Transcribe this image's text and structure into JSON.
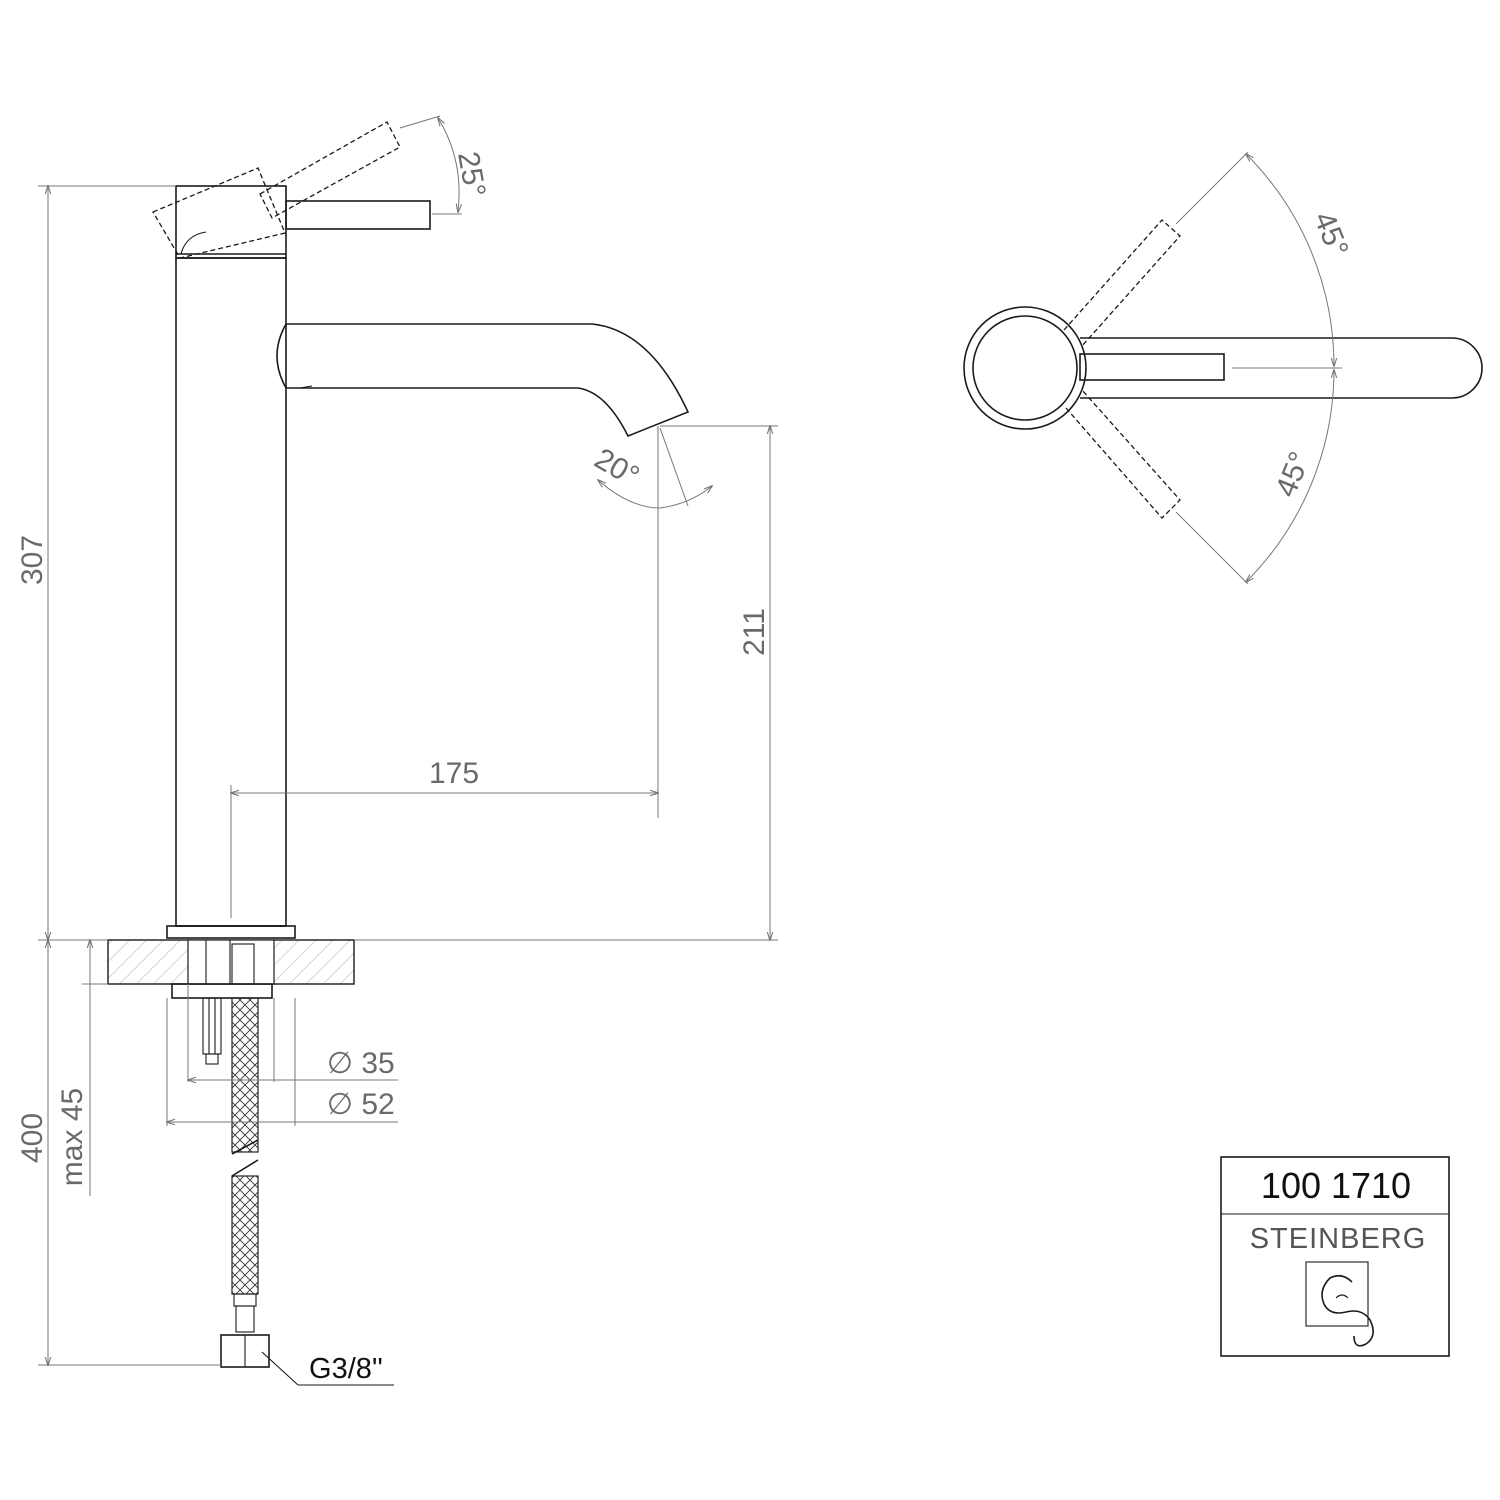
{
  "side_view": {
    "dimensions": {
      "total_height": "307",
      "spout_height": "211",
      "spout_reach": "175",
      "handle_angle": "25°",
      "spout_angle": "20°",
      "hose_length": "400",
      "max_deck_thickness": "max 45",
      "diameter_inner": "35",
      "diameter_outer": "52"
    },
    "diameter_symbol": "∅",
    "connection_label": "G3/8''"
  },
  "top_view": {
    "dimensions": {
      "angle_upper": "45°",
      "angle_lower": "45°"
    }
  },
  "title_block": {
    "article_number": "100 1710",
    "brand": "STEINBERG"
  }
}
